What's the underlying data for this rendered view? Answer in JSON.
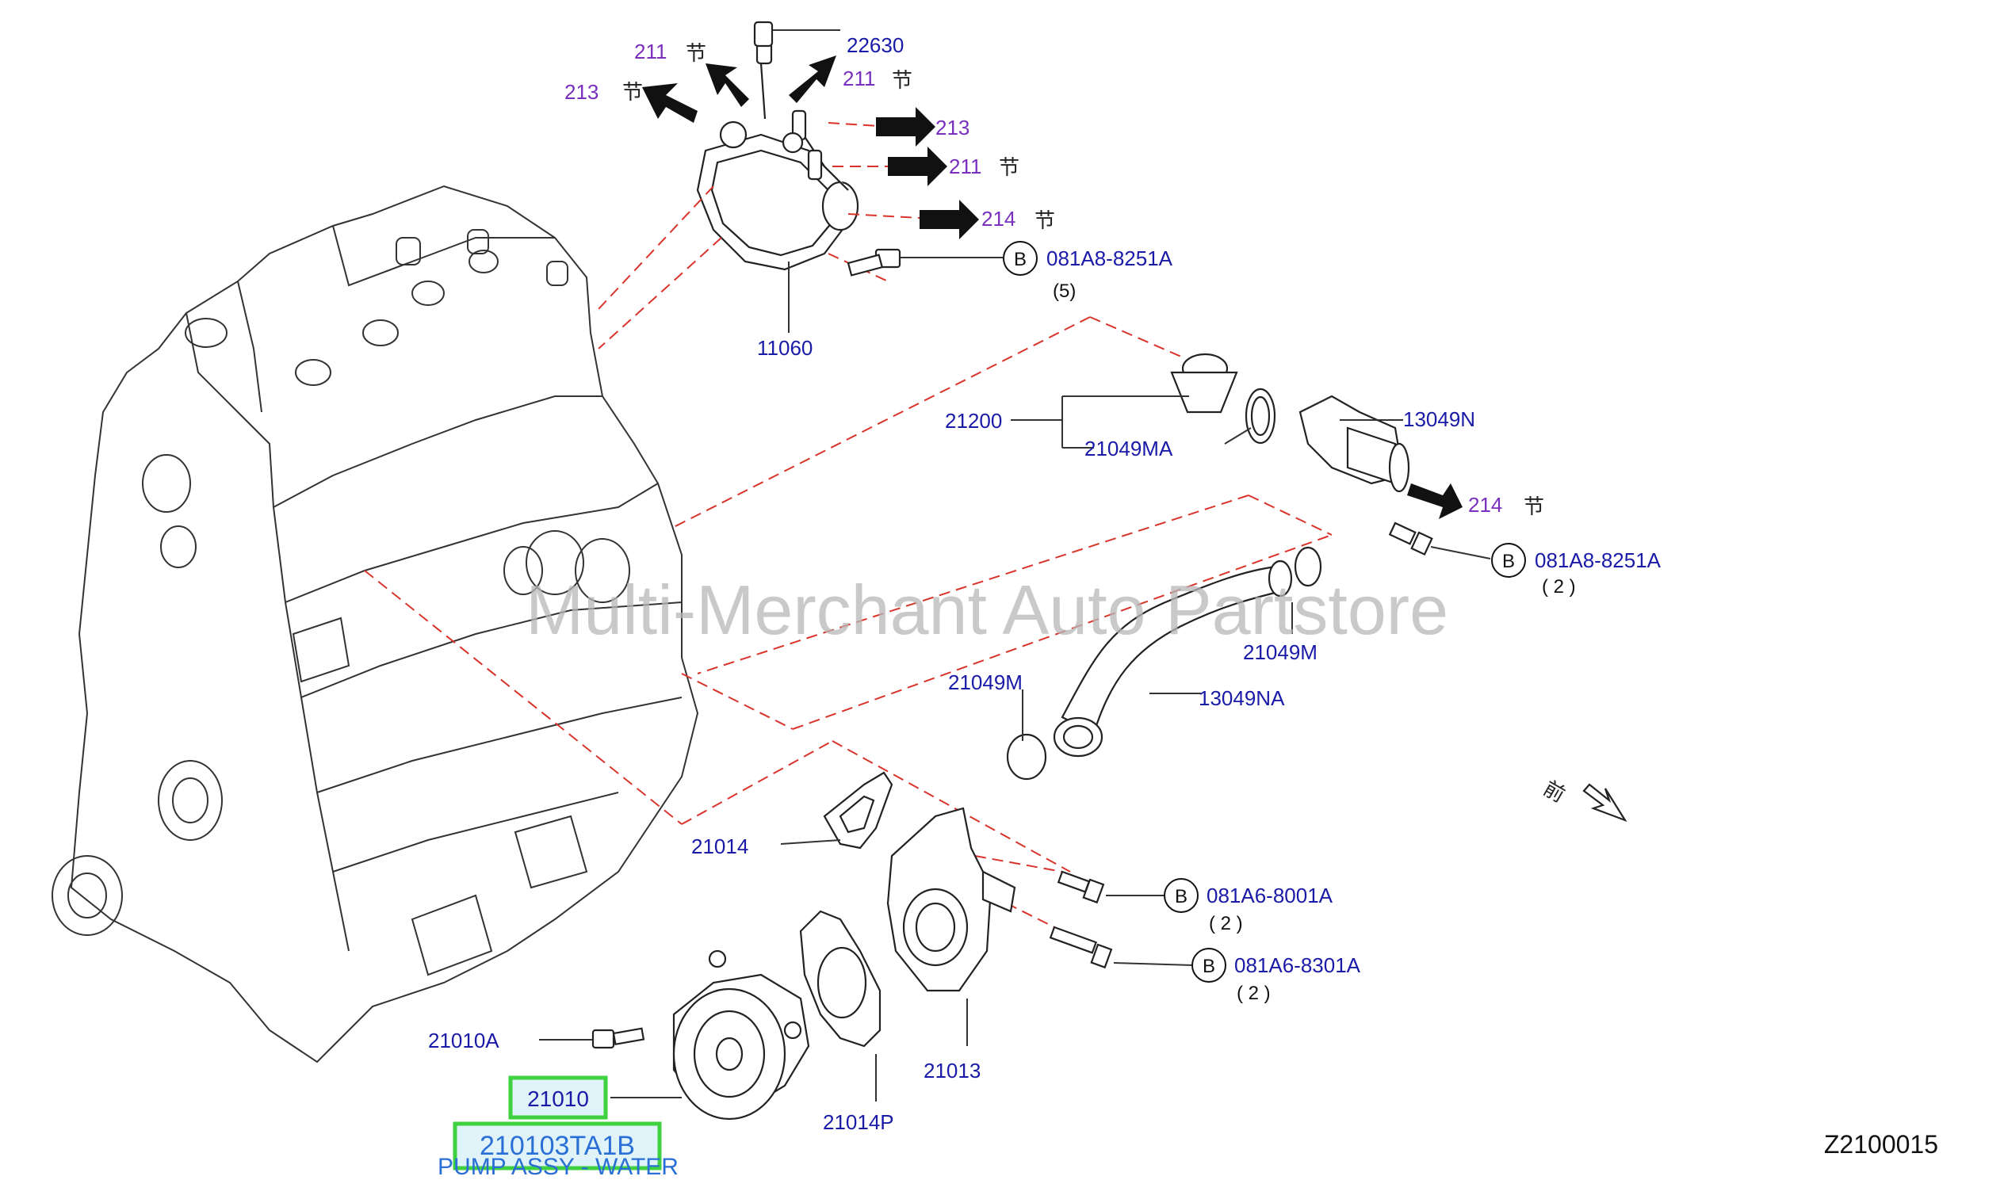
{
  "watermark": "Multi-Merchant Auto Partstore",
  "diagram_code": "Z2100015",
  "front_char": "前",
  "section_char": "节",
  "callouts": {
    "p22630": "22630",
    "p11060": "11060",
    "p21200": "21200",
    "p21049MA": "21049MA",
    "p13049N": "13049N",
    "p21049M_right": "21049M",
    "p21049M_left": "21049M",
    "p13049NA": "13049NA",
    "p21014": "21014",
    "p21010A": "21010A",
    "p21013": "21013",
    "p21014P": "21014P"
  },
  "refs": {
    "r211_a": "211",
    "r213_a": "213",
    "r211_b": "211",
    "r213_b": "213",
    "r211_c": "211",
    "r214_a": "214",
    "r214_b": "214"
  },
  "bolts": [
    {
      "letter": "B",
      "code": "081A8-8251A",
      "qty": "(5)"
    },
    {
      "letter": "B",
      "code": "081A8-8251A",
      "qty": "( 2 )"
    },
    {
      "letter": "B",
      "code": "081A6-8001A",
      "qty": "( 2 )"
    },
    {
      "letter": "B",
      "code": "081A6-8301A",
      "qty": "( 2 )"
    }
  ],
  "highlight": {
    "part_no": "21010",
    "full_part_no": "210103TA1B",
    "description": "PUMP ASSY - WATER"
  },
  "colors": {
    "label_blue": "#1a1aa8",
    "ref_purple": "#7a2fbf",
    "leader_red": "#d9342b",
    "highlight_green": "#3fd13f",
    "highlight_fill": "#dff3f8",
    "desc_blue": "#2a6fd6"
  }
}
